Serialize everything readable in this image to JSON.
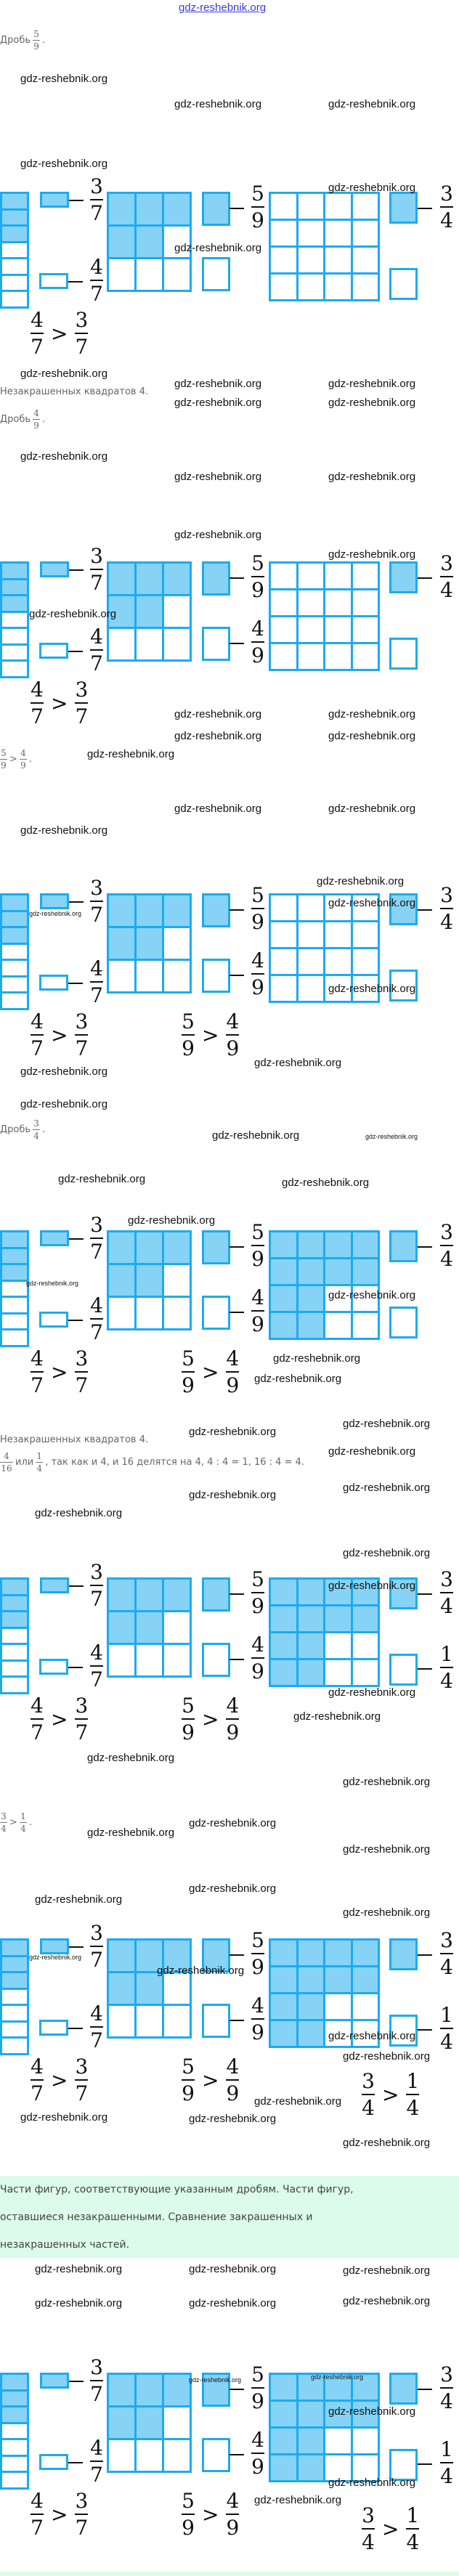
{
  "header": {
    "site_link": "gdz-reshebnik.org"
  },
  "watermark": "gdz-reshebnik.org",
  "text": {
    "fraction_word": "Дробь",
    "unshaded_count": "Незакрашенных квадратов 4.",
    "or_word": "или",
    "reason": ", так как и 4, и 16 делятся на 4, 4 : 4 = 1, 16 : 4 = 4.",
    "period": ".",
    "gt": ">"
  },
  "inline_fractions": {
    "five_ninths": {
      "num": "5",
      "den": "9"
    },
    "four_ninths": {
      "num": "4",
      "den": "9"
    },
    "three_quarters": {
      "num": "3",
      "den": "4"
    },
    "four_sixteenths": {
      "num": "4",
      "den": "16"
    },
    "one_quarter": {
      "num": "1",
      "den": "4"
    }
  },
  "summary": {
    "lines": [
      "Части фигур, соответствующие указанным дробям. Части фигур,",
      "оставшиеся незакрашенными. Сравнение закрашенных и",
      "незакрашенных частей."
    ]
  },
  "fig_fractions": {
    "three_sevenths": {
      "num": "3",
      "den": "7"
    },
    "four_sevenths": {
      "num": "4",
      "den": "7"
    },
    "five_ninths": {
      "num": "5",
      "den": "9"
    },
    "four_ninths": {
      "num": "4",
      "den": "9"
    },
    "three_quarters": {
      "num": "3",
      "den": "4"
    },
    "one_quarter": {
      "num": "1",
      "den": "4"
    }
  },
  "colors": {
    "stroke": "#1eaaf0",
    "fill": "#86d3f6",
    "summary_bg": "#dcfbe9"
  },
  "figures": [
    {
      "column_total": 7,
      "column_shaded": 3,
      "grid3_shaded": 5,
      "grid4_shaded": 0,
      "labels": [
        "three_sevenths",
        "four_sevenths",
        "five_ninths",
        "three_quarters"
      ],
      "comparisons": [
        [
          "four_sevenths",
          "three_sevenths"
        ]
      ]
    },
    {
      "column_total": 7,
      "column_shaded": 3,
      "grid3_shaded": 5,
      "grid4_shaded": 0,
      "labels": [
        "three_sevenths",
        "four_sevenths",
        "five_ninths",
        "four_ninths",
        "three_quarters"
      ],
      "comparisons": [
        [
          "four_sevenths",
          "three_sevenths"
        ]
      ]
    },
    {
      "column_total": 7,
      "column_shaded": 3,
      "grid3_shaded": 5,
      "grid4_shaded": 0,
      "labels": [
        "three_sevenths",
        "four_sevenths",
        "five_ninths",
        "four_ninths",
        "three_quarters"
      ],
      "comparisons": [
        [
          "four_sevenths",
          "three_sevenths"
        ],
        [
          "five_ninths",
          "four_ninths"
        ]
      ]
    },
    {
      "column_total": 7,
      "column_shaded": 3,
      "grid3_shaded": 5,
      "grid4_shaded": 12,
      "labels": [
        "three_sevenths",
        "four_sevenths",
        "five_ninths",
        "four_ninths",
        "three_quarters"
      ],
      "comparisons": [
        [
          "four_sevenths",
          "three_sevenths"
        ],
        [
          "five_ninths",
          "four_ninths"
        ]
      ]
    },
    {
      "column_total": 7,
      "column_shaded": 3,
      "grid3_shaded": 5,
      "grid4_shaded": 12,
      "labels": [
        "three_sevenths",
        "four_sevenths",
        "five_ninths",
        "four_ninths",
        "three_quarters",
        "one_quarter"
      ],
      "comparisons": [
        [
          "four_sevenths",
          "three_sevenths"
        ],
        [
          "five_ninths",
          "four_ninths"
        ]
      ]
    },
    {
      "column_total": 7,
      "column_shaded": 3,
      "grid3_shaded": 5,
      "grid4_shaded": 12,
      "labels": [
        "three_sevenths",
        "four_sevenths",
        "five_ninths",
        "four_ninths",
        "three_quarters",
        "one_quarter"
      ],
      "comparisons": [
        [
          "four_sevenths",
          "three_sevenths"
        ],
        [
          "five_ninths",
          "four_ninths"
        ],
        [
          "three_quarters",
          "one_quarter"
        ]
      ]
    },
    {
      "column_total": 7,
      "column_shaded": 3,
      "grid3_shaded": 5,
      "grid4_shaded": 12,
      "labels": [
        "three_sevenths",
        "four_sevenths",
        "five_ninths",
        "four_ninths",
        "three_quarters",
        "one_quarter"
      ],
      "comparisons": [
        [
          "four_sevenths",
          "three_sevenths"
        ],
        [
          "five_ninths",
          "four_ninths"
        ],
        [
          "three_quarters",
          "one_quarter"
        ]
      ]
    }
  ]
}
